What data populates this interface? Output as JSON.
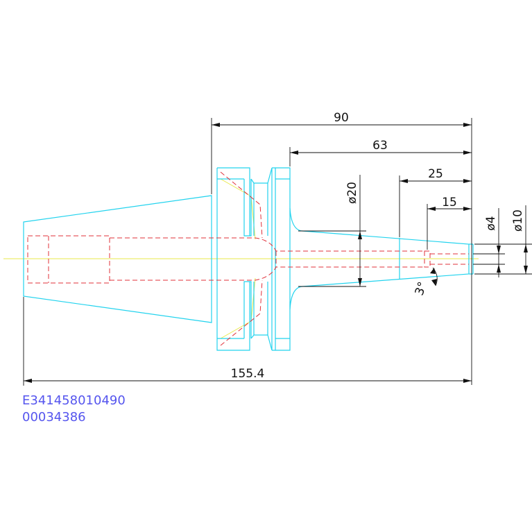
{
  "dimensions": {
    "overall_length": "155.4",
    "flange_to_tip": "90",
    "collar_to_tip": "63",
    "step_to_tip": "25",
    "bore_to_tip": "15",
    "shank_diameter": "ø20",
    "bore_diameter": "ø4",
    "tip_diameter": "ø10",
    "taper_angle": "3°"
  },
  "part_codes": {
    "order_code": "E341458010490",
    "item_number": "00034386"
  },
  "colors": {
    "outline": "#22d3ee",
    "hidden": "#e0303a",
    "centerline": "#e8e84a",
    "dimension": "#111111",
    "code_text": "#5555ee"
  }
}
